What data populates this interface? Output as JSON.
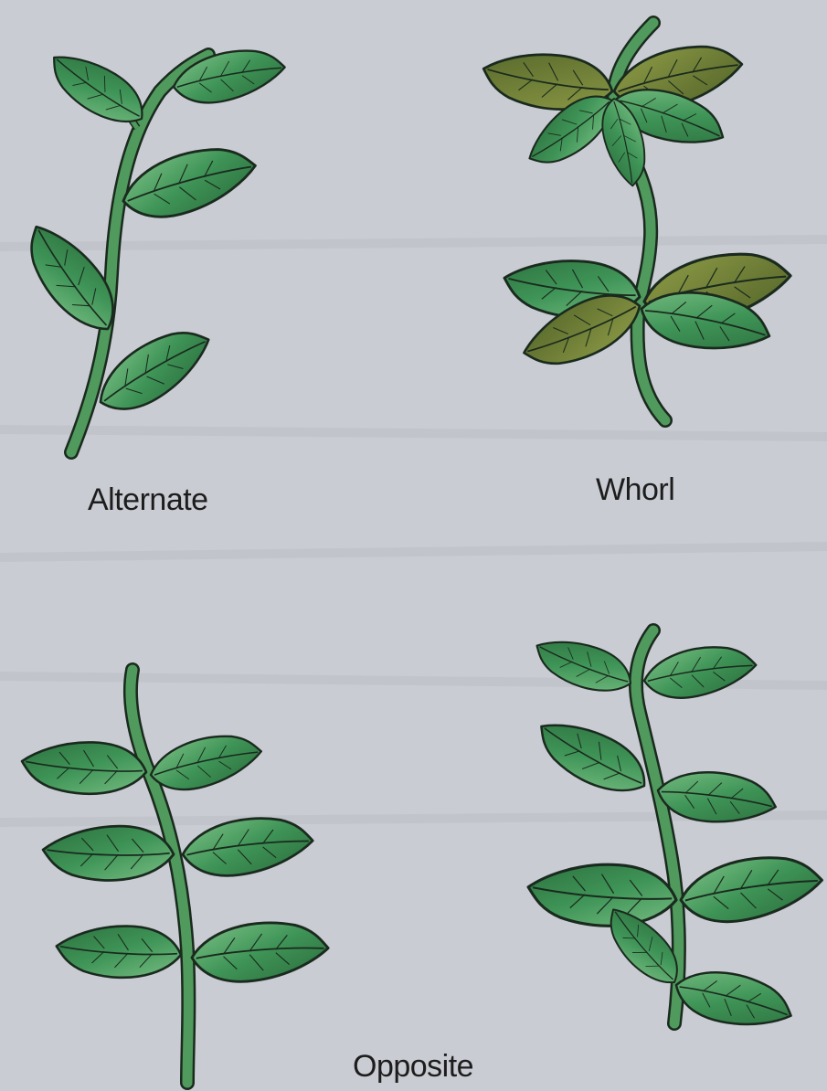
{
  "labels": {
    "alternate": "Alternate",
    "whorl": "Whorl",
    "opposite": "Opposite"
  },
  "colors": {
    "background": "#c9ccd3",
    "leaf_dark": "#2f7f47",
    "leaf_light": "#62ac72",
    "leaf_olive": "#6f7f38",
    "stem": "#4f9a5c",
    "outline": "#1a2a1e"
  }
}
